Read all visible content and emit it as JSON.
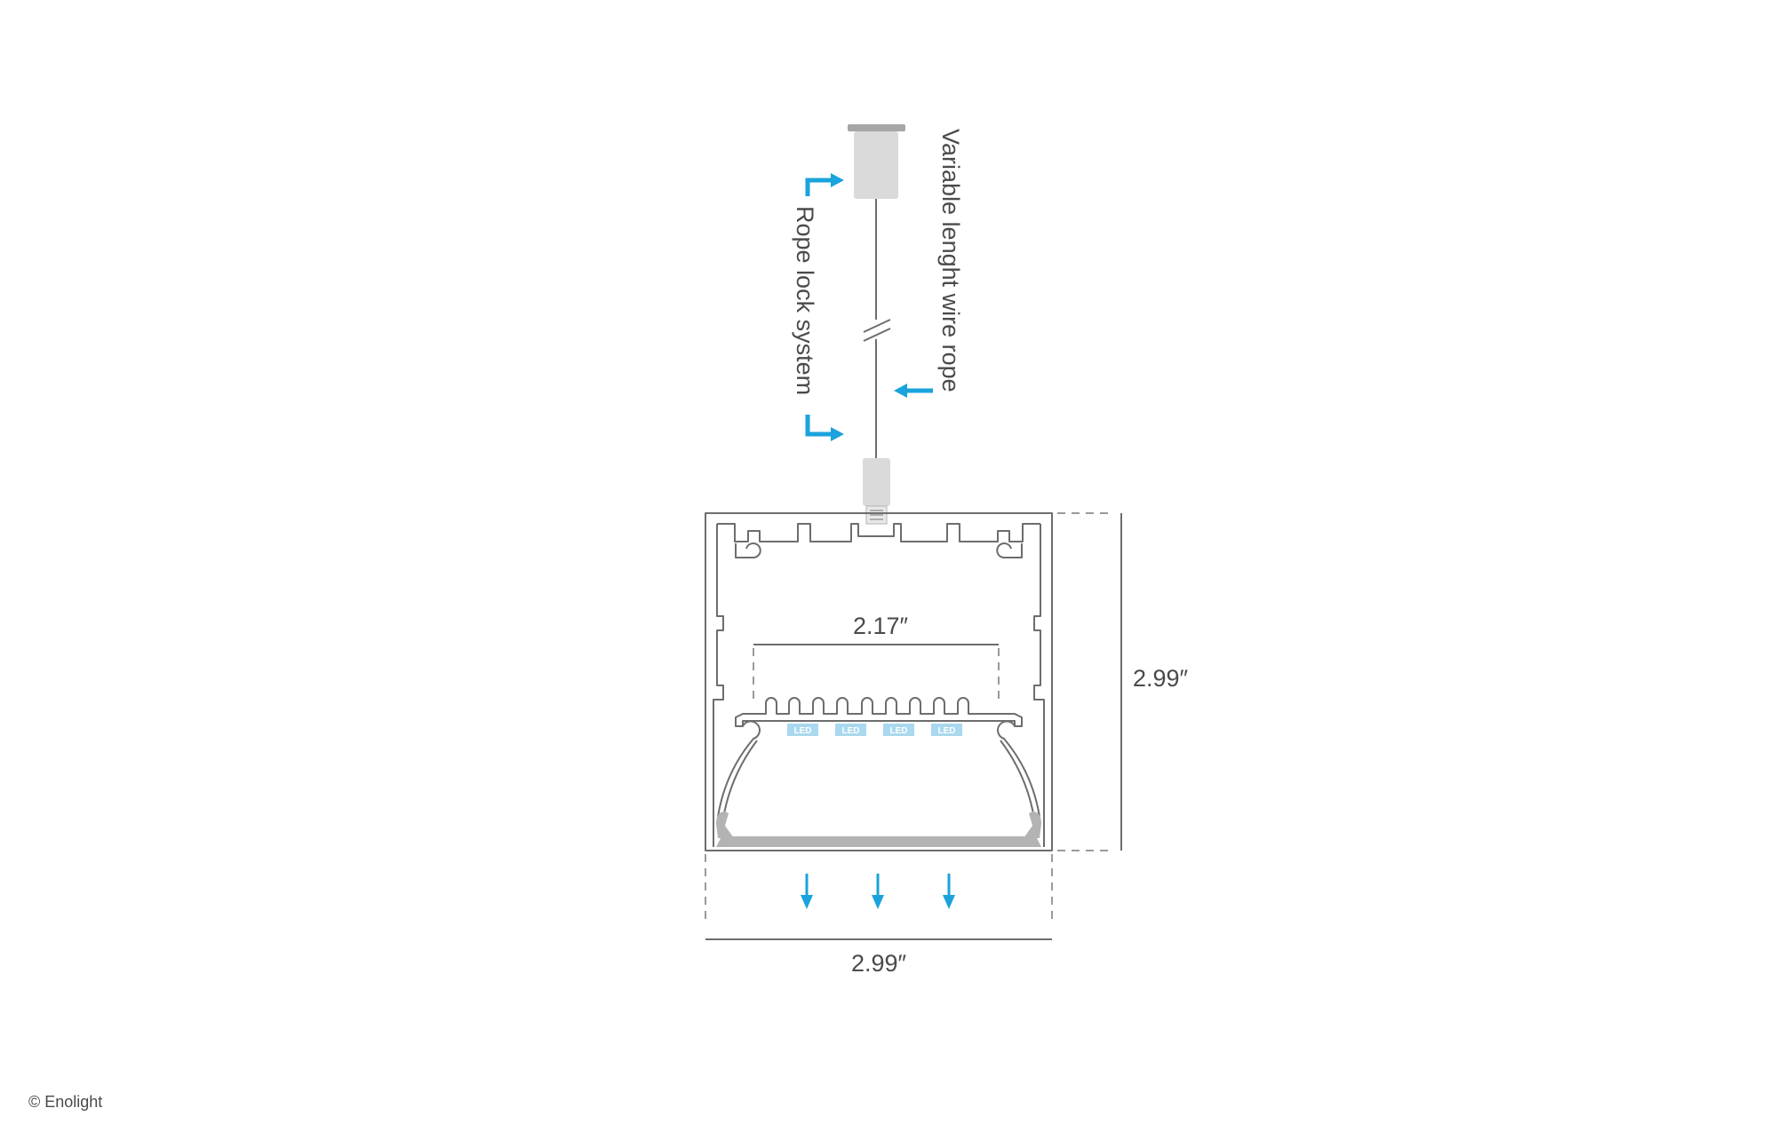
{
  "labels": {
    "wire_rope": "Variable lenght wire rope",
    "rope_lock": "Rope lock system",
    "inner_width": "2.17″",
    "height": "2.99″",
    "width": "2.99″",
    "copyright": "© Enolight"
  },
  "led_chips": [
    "LED",
    "LED",
    "LED",
    "LED"
  ],
  "colors": {
    "accent_blue": "#1aa3dc",
    "led_blue": "#a9d9ee",
    "profile_line": "#6d6d6d",
    "diffuser_gray": "#b3b3b3",
    "part_gray": "#dadada",
    "text_gray": "#4a4a4a"
  }
}
